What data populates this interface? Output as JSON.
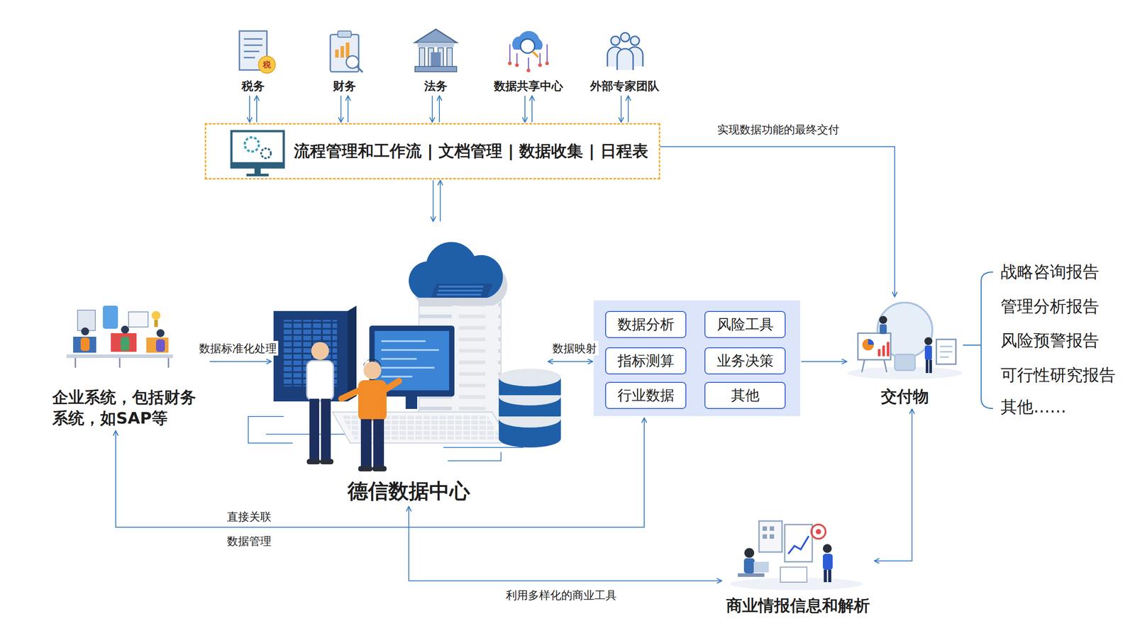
{
  "diagram": {
    "nodes": [
      {
        "text": [
          "税务"
        ]
      },
      {
        "text": [
          "财务"
        ]
      },
      {
        "text": [
          "法务"
        ]
      },
      {
        "text": [
          "数据共享中心"
        ]
      },
      {
        "text": [
          "外部专家团队"
        ]
      },
      {
        "text": [
          "流程管理和工作流 | 文档管理 | 数据收集 | 日程表"
        ]
      },
      {
        "text": [
          "企业系统，包括财务系统，如SAP等"
        ]
      },
      {
        "text": [
          "德信数据中心"
        ]
      },
      {
        "text": []
      },
      {
        "text": [
          "数据分析"
        ],
        "in": 8
      },
      {
        "text": [
          "风险工具"
        ],
        "in": 8
      },
      {
        "text": [
          "指标测算"
        ],
        "in": 8
      },
      {
        "text": [
          "业务决策"
        ],
        "in": 8
      },
      {
        "text": [
          "行业数据"
        ],
        "in": 8
      },
      {
        "text": [
          "其他"
        ],
        "in": 8
      },
      {
        "text": [
          "交付物"
        ]
      },
      {
        "text": [
          "商业情报信息和解析"
        ]
      }
    ],
    "edges": [
      {
        "from": 0,
        "to": 5,
        "arrow": "both"
      },
      {
        "from": 1,
        "to": 5,
        "arrow": "both"
      },
      {
        "from": 2,
        "to": 5,
        "arrow": "both"
      },
      {
        "from": 3,
        "to": 5,
        "arrow": "both"
      },
      {
        "from": 4,
        "to": 5,
        "arrow": "both"
      },
      {
        "from": 5,
        "to": 7,
        "arrow": "both"
      },
      {
        "from": 5,
        "to": 15,
        "label": "实现数据功能的最终交付",
        "arrow": "to"
      },
      {
        "from": 6,
        "to": 7,
        "label": "数据标准化处理",
        "arrow": "to"
      },
      {
        "from": 7,
        "to": 8,
        "label": "数据映射",
        "arrow": "both"
      },
      {
        "from": 8,
        "to": 15,
        "arrow": "to"
      },
      {
        "from": 6,
        "to": 8,
        "label": "直接关联",
        "arrow": "both"
      },
      {
        "from": 7,
        "to": 16,
        "label": "利用多样化的商业工具",
        "arrow": "both"
      },
      {
        "from": 15,
        "to": 16,
        "arrow": "both"
      }
    ],
    "labels": [
      "战略咨询报告",
      "管理分析报告",
      "风险预警报告",
      "可行性研究报告",
      "其他……",
      "数据管理",
      "税"
    ]
  }
}
